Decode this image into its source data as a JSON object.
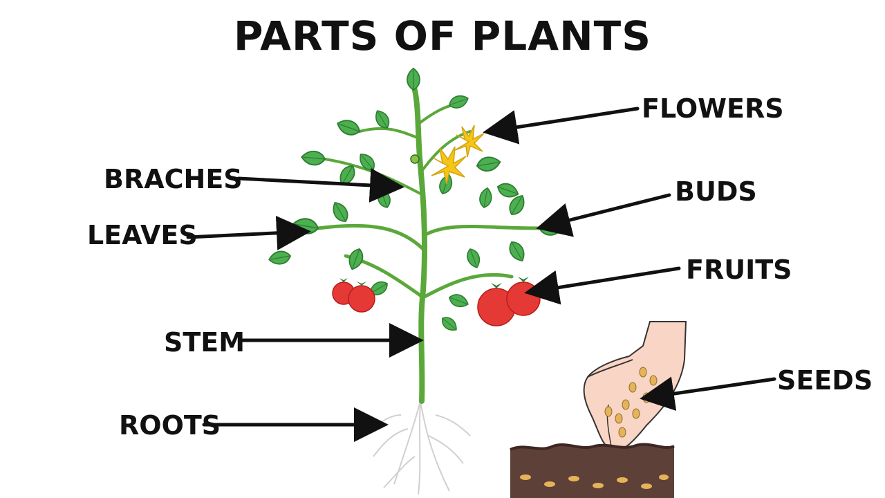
{
  "title": "PARTS OF PLANTS",
  "labels": {
    "flowers": "FLOWERS",
    "braches": "BRACHES",
    "buds": "BUDS",
    "leaves": "LEAVES",
    "fruits": "FRUITS",
    "stem": "STEM",
    "seeds": "SEEDS",
    "roots": "ROOTS"
  },
  "colors": {
    "text": "#111111",
    "leaf": "#4caf50",
    "leaf_dark": "#2e7d32",
    "stem": "#5aa83a",
    "flower": "#f5c518",
    "tomato": "#e53935",
    "root": "#cfcfcf",
    "soil": "#5d4037",
    "hand": "#f9d5c5",
    "seed": "#e6b35a"
  }
}
